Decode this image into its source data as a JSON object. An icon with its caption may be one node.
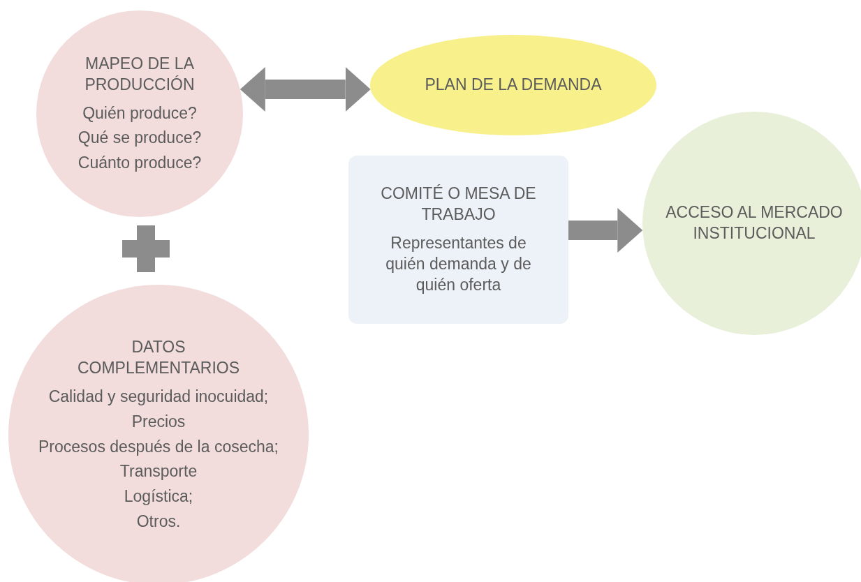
{
  "diagram": {
    "nodes": [
      {
        "text": [
          "MAPEO DE LA PRODUCCIÓN",
          "Quién produce?",
          "Qué se produce?",
          "Cuánto produce?"
        ]
      },
      {
        "text": [
          "PLAN DE LA DEMANDA"
        ]
      },
      {
        "text": [
          "DATOS COMPLEMENTARIOS",
          "Calidad y seguridad inocuidad;",
          "Precios",
          "Procesos después de la cosecha;",
          "Transporte",
          "Logística;",
          "Otros."
        ]
      },
      {
        "text": [
          "COMITÉ O MESA DE TRABAJO",
          "Representantes de quién demanda y de quién oferta"
        ]
      },
      {
        "text": [
          "ACCESO AL MERCADO INSTITUCIONAL"
        ]
      }
    ],
    "edges": [
      {
        "from": 0,
        "to": 1,
        "arrow": "both"
      },
      {
        "from": 3,
        "to": 4,
        "arrow": "to"
      }
    ]
  }
}
